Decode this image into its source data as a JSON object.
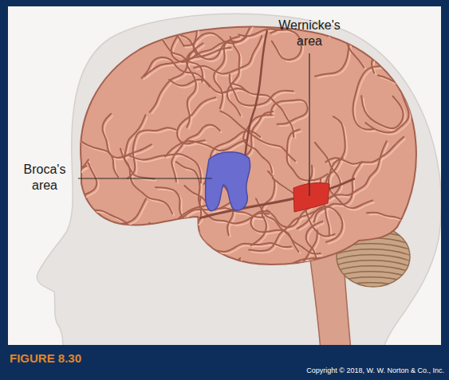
{
  "diagram": {
    "labels": [
      "Wernicke's area",
      "Broca's area",
      "FIGURE 8.30",
      "Copyright © 2018, W. W. Norton & Co., Inc."
    ]
  }
}
